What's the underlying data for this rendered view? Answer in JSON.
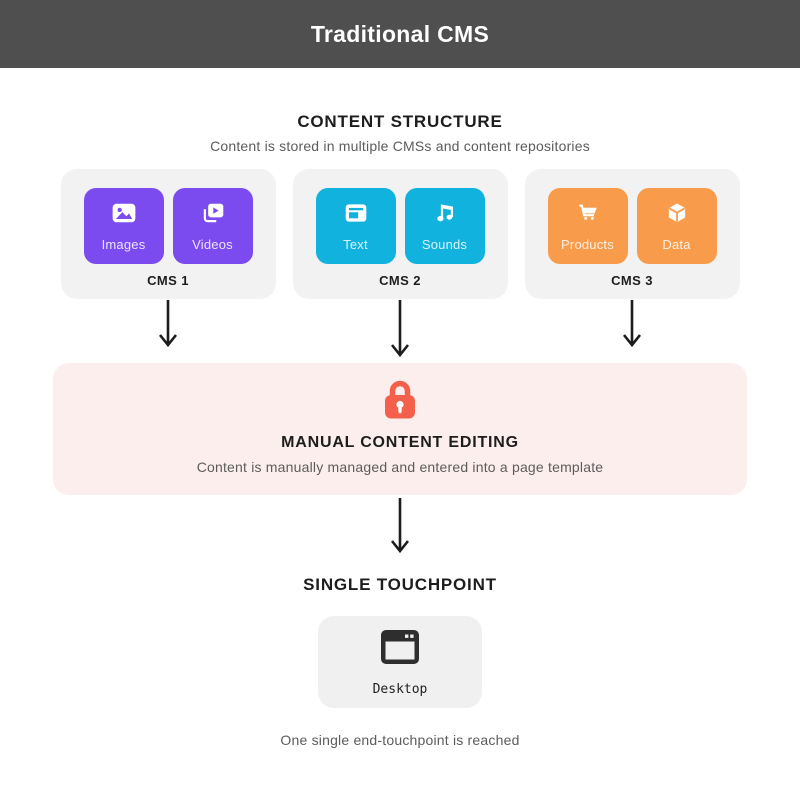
{
  "header": {
    "title": "Traditional CMS"
  },
  "content_structure": {
    "heading": "CONTENT STRUCTURE",
    "subheading": "Content is stored in multiple CMSs and content repositories",
    "cms_groups": [
      {
        "label": "CMS 1",
        "color": "#7C4BF0",
        "tiles": [
          {
            "label": "Images",
            "icon": "images-icon"
          },
          {
            "label": "Videos",
            "icon": "videos-icon"
          }
        ]
      },
      {
        "label": "CMS 2",
        "color": "#12B2DE",
        "tiles": [
          {
            "label": "Text",
            "icon": "text-icon"
          },
          {
            "label": "Sounds",
            "icon": "sounds-icon"
          }
        ]
      },
      {
        "label": "CMS 3",
        "color": "#F89C4B",
        "tiles": [
          {
            "label": "Products",
            "icon": "products-icon"
          },
          {
            "label": "Data",
            "icon": "data-icon"
          }
        ]
      }
    ]
  },
  "flow": {
    "arrow_icon": "arrow-down-icon"
  },
  "manual_editing": {
    "heading": "MANUAL CONTENT EDITING",
    "subheading": "Content is manually managed and entered into a page template",
    "icon": "lock-icon",
    "box_color": "#FCEEEC",
    "icon_color": "#F5604C"
  },
  "single_touchpoint": {
    "heading": "SINGLE TOUCHPOINT",
    "device": {
      "label": "Desktop",
      "icon": "desktop-icon"
    },
    "footnote": "One single end-touchpoint is reached"
  },
  "colors": {
    "header_bg": "#4F4F4F",
    "card_bg": "#F2F2F3",
    "arrow": "#1C1C1C",
    "heading_text": "#1D1D1D",
    "muted_text": "#5C5C5C"
  }
}
